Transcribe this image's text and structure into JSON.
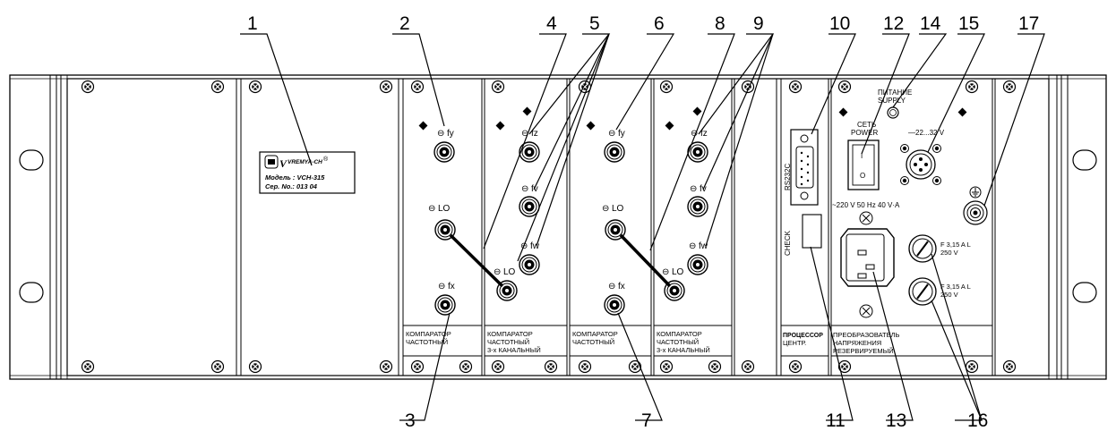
{
  "callouts": {
    "top": [
      "1",
      "2",
      "4",
      "5",
      "6",
      "8",
      "9",
      "10",
      "12",
      "14",
      "15",
      "17"
    ],
    "bottom": [
      "3",
      "7",
      "11",
      "13",
      "16"
    ]
  },
  "logo": {
    "brand": "VREMYA-CH",
    "registered": "®",
    "model_line": "Модель : VCH-315",
    "serial_line": "Сер. No.: 013 04"
  },
  "module_a": {
    "ports": [
      "fy",
      "LO",
      "fx"
    ],
    "label": [
      "КОМПАРАТОР",
      "ЧАСТОТНЫЙ"
    ]
  },
  "module_b": {
    "ports": [
      "fz",
      "fv",
      "fw",
      "LO"
    ],
    "label": [
      "КОМПАРАТОР",
      "ЧАСТОТНЫЙ",
      "3-х КАНАЛЬНЫЙ"
    ]
  },
  "module_c": {
    "ports": [
      "fy",
      "LO",
      "fx"
    ],
    "label": [
      "КОМПАРАТОР",
      "ЧАСТОТНЫЙ"
    ]
  },
  "module_d": {
    "ports": [
      "fz",
      "fv",
      "fw",
      "LO"
    ],
    "label": [
      "КОМПАРАТОР",
      "ЧАСТОТНЫЙ",
      "3-х КАНАЛЬНЫЙ"
    ]
  },
  "cpu": {
    "rs232": "RS232C",
    "check": "CHECK",
    "label": [
      "ПРОЦЕССОР",
      "ЦЕНТР."
    ]
  },
  "power": {
    "supply": [
      "ПИТАНИЕ",
      "SUPPLY"
    ],
    "switch": [
      "СЕТЬ",
      "POWER"
    ],
    "switch_on": "I",
    "switch_off": "O",
    "dc_input": "—22...32 V",
    "ac_input": "~220 V 50 Hz 40 V·A",
    "fuse_rating": "F 3,15 A L",
    "fuse_voltage": "250 V",
    "label": [
      "ПРЕОБРАЗОВАТЕЛЬ",
      "НАПРЯЖЕНИЯ",
      "РЕЗЕРВИРУЕМЫЙ"
    ]
  }
}
